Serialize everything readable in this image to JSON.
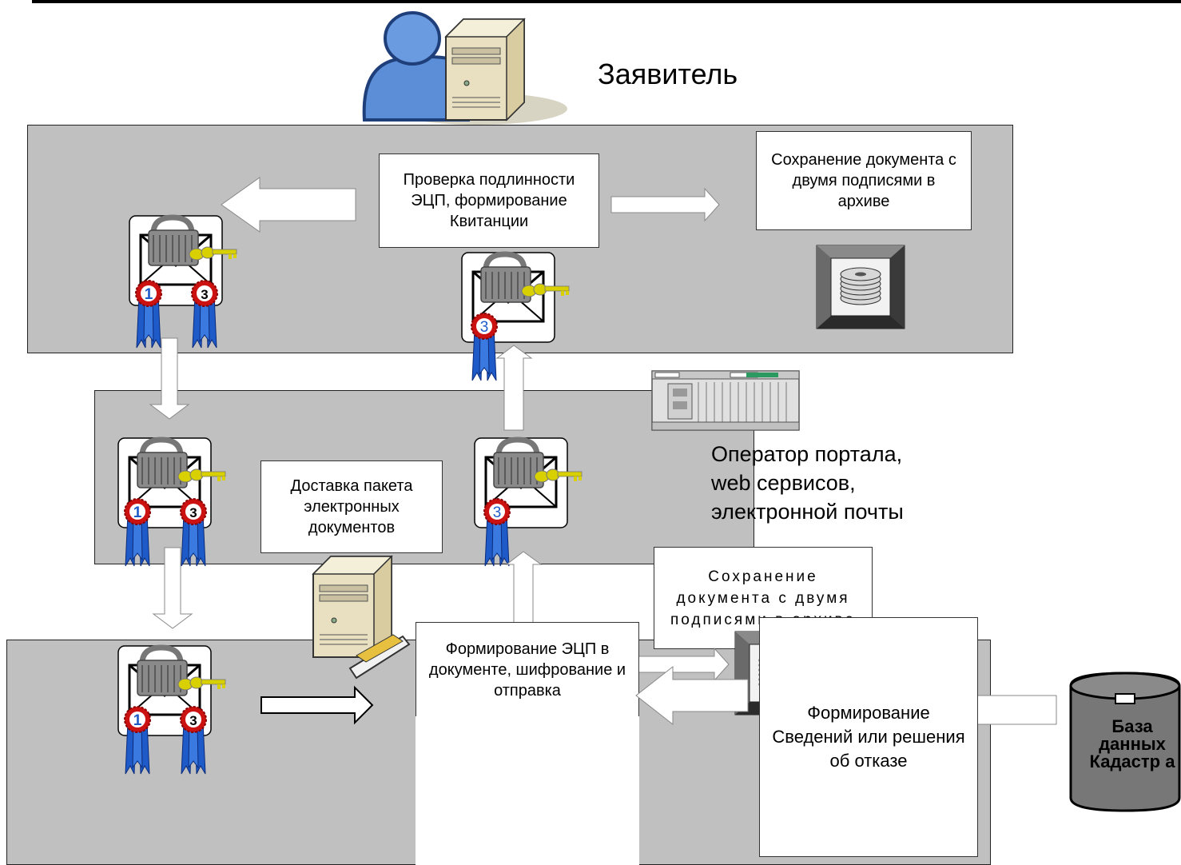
{
  "applicant": {
    "label": "Заявитель"
  },
  "operator": {
    "label_lines": [
      "Оператор портала,",
      "web сервисов,",
      "электронной почты"
    ]
  },
  "top_panel": {
    "verify_box": "Проверка подлинности ЭЦП, формирование Квитанции",
    "archive_box": "Сохранение документа с двумя подписями в архиве"
  },
  "middle_panel": {
    "delivery_box": "Доставка пакета электронных документов"
  },
  "bottom_panel": {
    "archive_box": "Сохранение документа с двумя подписями в архиве",
    "sign_box": "Формирование ЭЦП в документе, шифрование и отправка",
    "info_box": "Формирование Сведений или решения об отказе"
  },
  "database": {
    "label": "База данных Кадастр а"
  },
  "seals": {
    "first": "1",
    "third": "3"
  },
  "colors": {
    "band": "#c0c0c0",
    "seal_red": "#cc1111",
    "ribbon_blue": "#1e5bc8",
    "lock_gray": "#8a8a8a",
    "key_yellow": "#d8d000"
  }
}
